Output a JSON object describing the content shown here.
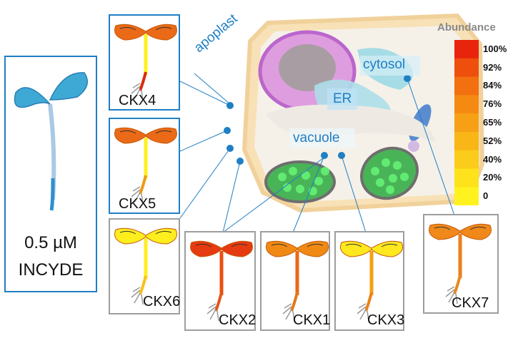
{
  "treatment": {
    "line1": "0.5 µM",
    "line2": "INCYDE"
  },
  "compartments": {
    "apoplast": "apoplast",
    "cytosol": "cytosol",
    "er": "ER",
    "vacuole": "vacuole"
  },
  "legend": {
    "title": "Abundance",
    "ticks": [
      "100%",
      "92%",
      "84%",
      "76%",
      "65%",
      "52%",
      "40%",
      "20%",
      "0"
    ],
    "colors": [
      "#e8240c",
      "#ee4f0c",
      "#f2700f",
      "#f58a12",
      "#f7a015",
      "#f9b617",
      "#fbcc1a",
      "#fde21c",
      "#fff21e"
    ]
  },
  "enzymes": [
    {
      "name": "CKX4",
      "compartment": "apoplast",
      "cotyledon_color": "#ea6a18",
      "hypocotyl_color": "#fff01e",
      "root_color": "#d92b0c"
    },
    {
      "name": "CKX5",
      "compartment": "apoplast",
      "cotyledon_color": "#ea6a18",
      "hypocotyl_color": "#fff01e",
      "root_color": "#ee9a18"
    },
    {
      "name": "CKX6",
      "compartment": "apoplast",
      "cotyledon_color": "#ffee1e",
      "hypocotyl_color": "#ffee1e",
      "root_color": "#f6c21a"
    },
    {
      "name": "CKX2",
      "compartment": "ER",
      "cotyledon_color": "#e63a10",
      "hypocotyl_color": "#ea5010",
      "root_color": "#e2561a"
    },
    {
      "name": "CKX1",
      "compartment": "vacuole",
      "cotyledon_color": "#f08a14",
      "hypocotyl_color": "#e86a14",
      "root_color": "#e27a1a"
    },
    {
      "name": "CKX3",
      "compartment": "vacuole",
      "cotyledon_color": "#ffe81e",
      "hypocotyl_color": "#f2a016",
      "root_color": "#e8821a"
    },
    {
      "name": "CKX7",
      "compartment": "cytosol",
      "cotyledon_color": "#f0881a",
      "hypocotyl_color": "#ec7e18",
      "root_color": "#e8881c"
    }
  ]
}
